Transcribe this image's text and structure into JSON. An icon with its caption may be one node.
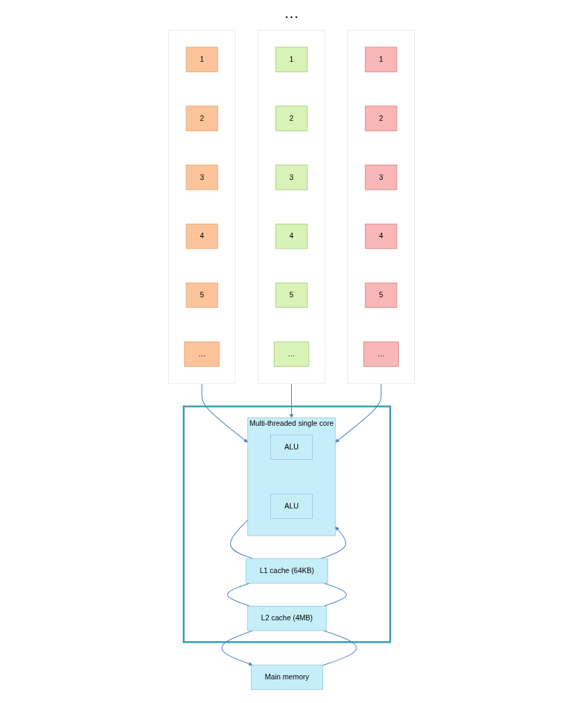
{
  "diagram": {
    "nodes": [
      {
        "text": [],
        "shape": "box"
      },
      {
        "text": [
          "Multi-threaded single core"
        ],
        "in": 0
      },
      {
        "text": [
          "ALU"
        ],
        "in": 1
      },
      {
        "text": [
          "ALU"
        ],
        "in": 1
      },
      {
        "text": [
          "L1 cache (64KB)"
        ],
        "in": 0
      },
      {
        "text": [
          "L2 cache (4MB)"
        ],
        "in": 0
      },
      {
        "text": [
          "Main memory"
        ]
      },
      {
        "text": [],
        "shape": "bar"
      },
      {
        "text": [
          "1"
        ],
        "in": 7
      },
      {
        "text": [
          "2"
        ],
        "in": 7
      },
      {
        "text": [
          "3"
        ],
        "in": 7
      },
      {
        "text": [
          "4"
        ],
        "in": 7
      },
      {
        "text": [
          "5"
        ],
        "in": 7
      },
      {
        "text": [
          "…"
        ],
        "in": 7
      },
      {
        "text": [],
        "shape": "bar"
      },
      {
        "text": [
          "1"
        ],
        "in": 14
      },
      {
        "text": [
          "2"
        ],
        "in": 14
      },
      {
        "text": [
          "3"
        ],
        "in": 14
      },
      {
        "text": [
          "4"
        ],
        "in": 14
      },
      {
        "text": [
          "5"
        ],
        "in": 14
      },
      {
        "text": [
          "…"
        ],
        "in": 14
      },
      {
        "text": [],
        "shape": "bar"
      },
      {
        "text": [
          "1"
        ],
        "in": 21
      },
      {
        "text": [
          "2"
        ],
        "in": 21
      },
      {
        "text": [
          "3"
        ],
        "in": 21
      },
      {
        "text": [
          "4"
        ],
        "in": 21
      },
      {
        "text": [
          "5"
        ],
        "in": 21
      },
      {
        "text": [
          "…"
        ],
        "in": 21
      }
    ],
    "edges": [
      {
        "from": 7,
        "to": 1,
        "arrow": "to"
      },
      {
        "from": 14,
        "to": 1,
        "arrow": "to"
      },
      {
        "from": 21,
        "to": 1,
        "arrow": "to"
      },
      {
        "from": 1,
        "to": 4,
        "arrow": "none"
      },
      {
        "from": 4,
        "to": 5,
        "arrow": "none"
      },
      {
        "from": 5,
        "to": 6,
        "arrow": "to"
      },
      {
        "from": 6,
        "to": 5,
        "arrow": "none"
      },
      {
        "from": 5,
        "to": 4,
        "arrow": "none"
      },
      {
        "from": 4,
        "to": 1,
        "arrow": "to"
      }
    ],
    "labels": [
      "…"
    ]
  }
}
